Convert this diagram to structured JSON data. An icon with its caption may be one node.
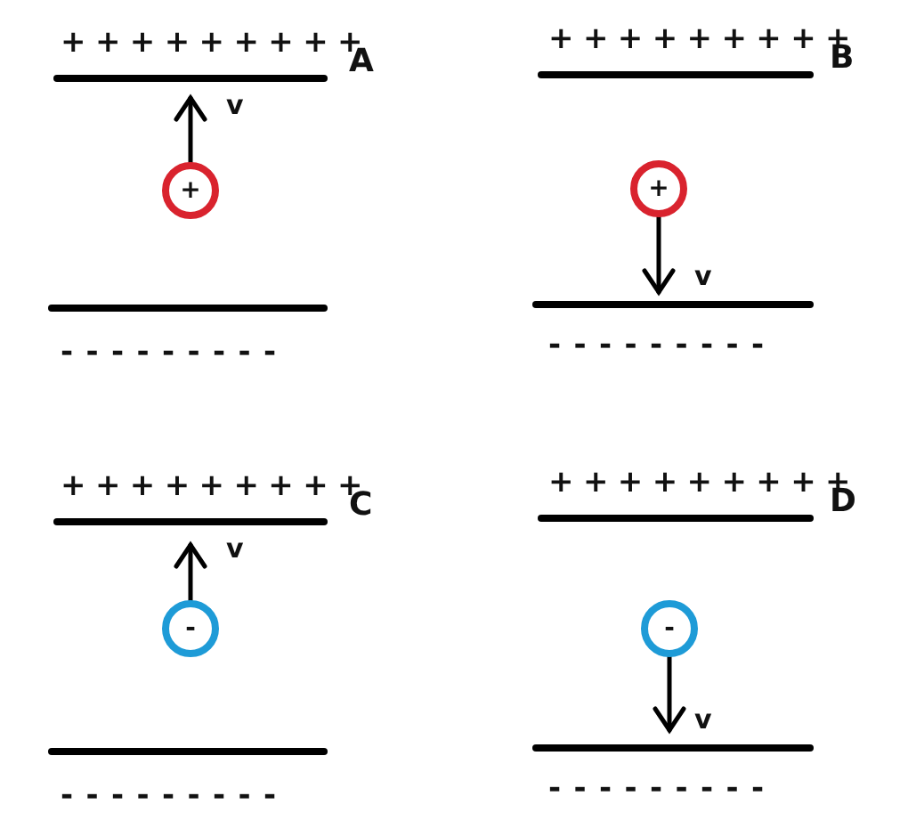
{
  "diagram": {
    "nodes": [
      {
        "text": [
          "+"
        ]
      },
      {
        "text": [
          "+"
        ]
      },
      {
        "text": [
          "-"
        ]
      },
      {
        "text": [
          "-"
        ]
      }
    ],
    "labels": [
      "+++++++++",
      "A",
      "+++++++++",
      "B",
      "v",
      "v",
      "---------",
      "---------",
      "+++++++++",
      "C",
      "+++++++++",
      "D",
      "v",
      "v",
      "---------",
      "---------"
    ]
  }
}
